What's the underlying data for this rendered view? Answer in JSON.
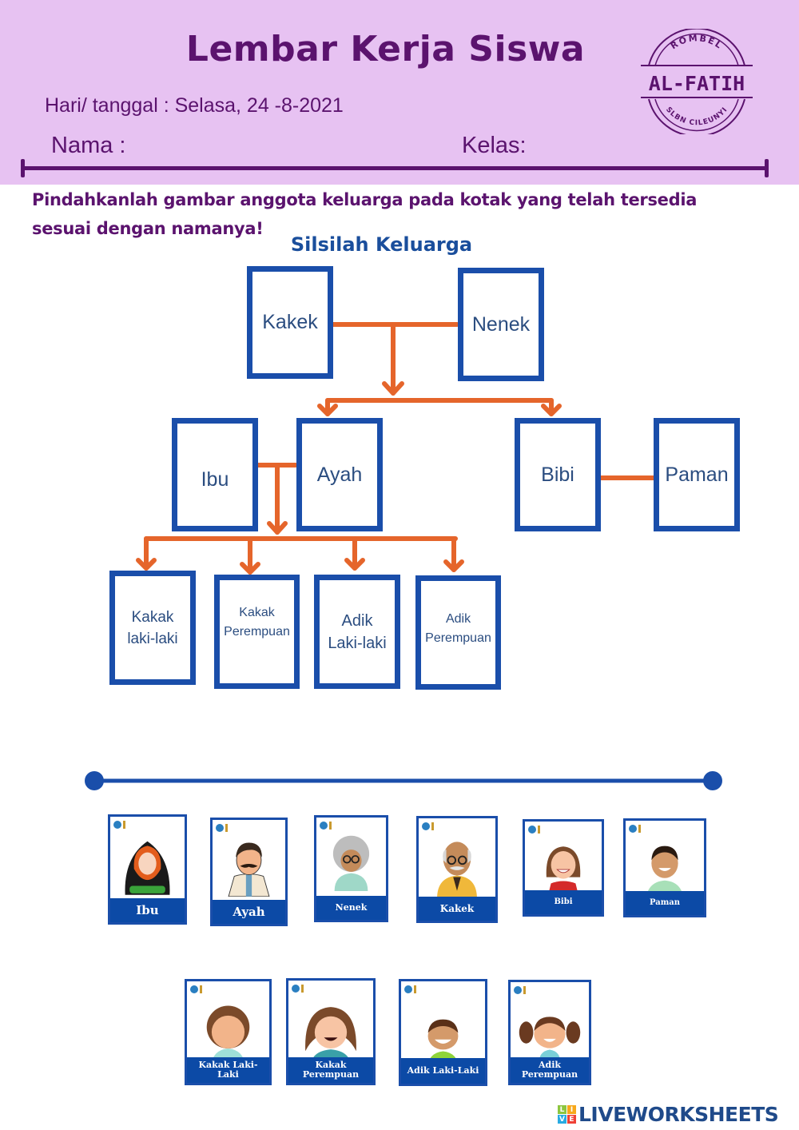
{
  "header": {
    "title": "Lembar Kerja Siswa",
    "date_line": "Hari/ tanggal : Selasa,  24 -8-2021",
    "name_label": "Nama :",
    "class_label": "Kelas:",
    "stamp": {
      "top_arc": "ROMBEL",
      "center": "AL-FATIH",
      "bottom_arc": "SLBN CILEUNYI"
    }
  },
  "instruction": "Pindahkanlah gambar anggota keluarga pada kotak yang telah tersedia sesuai dengan namanya!",
  "tree": {
    "title": "Silsilah Keluarga",
    "boxes": {
      "kakek": "Kakek",
      "nenek": "Nenek",
      "ibu": "Ibu",
      "ayah": "Ayah",
      "bibi": "Bibi",
      "paman": "Paman",
      "kakak_laki_1": "Kakak",
      "kakak_laki_2": "laki-laki",
      "kakak_perempuan_1": "Kakak",
      "kakak_perempuan_2": "Perempuan",
      "adik_laki_1": "Adik",
      "adik_laki_2": "Laki-laki",
      "adik_perempuan_1": "Adik",
      "adik_perempuan_2": "Perempuan"
    }
  },
  "cards": {
    "ibu": "Ibu",
    "ayah": "Ayah",
    "nenek": "Nenek",
    "kakek": "Kakek",
    "bibi": "Bibi",
    "paman": "Paman",
    "kakak_laki_1": "Kakak Laki-",
    "kakak_laki_2": "Laki",
    "kakak_perempuan_1": "Kakak",
    "kakak_perempuan_2": "Perempuan",
    "adik_laki": "Adik Laki-Laki",
    "adik_perempuan_1": "Adik",
    "adik_perempuan_2": "Perempuan"
  },
  "footer": {
    "brand": "LIVEWORKSHEETS",
    "brand_mark": [
      "L",
      "I",
      "V",
      "E"
    ]
  },
  "colors": {
    "header_bg": "#e7c2f2",
    "purple": "#5b136e",
    "box_blue": "#1a4eaa",
    "connector_orange": "#e5652b",
    "card_label_bg": "#0c4aa6"
  }
}
